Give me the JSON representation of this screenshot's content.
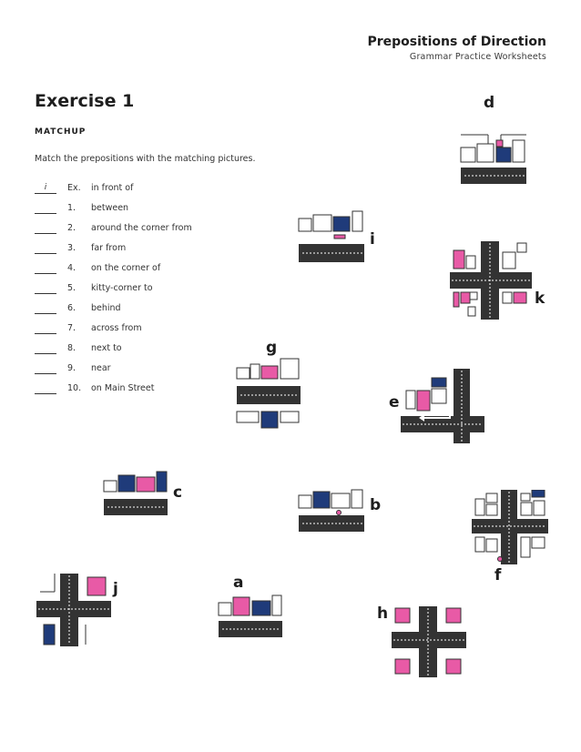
{
  "header": {
    "title": "Prepositions of Direction",
    "subtitle": "Grammar Practice Worksheets"
  },
  "exercise": {
    "title": "Exercise 1",
    "section": "MATCHUP",
    "instructions": "Match the prepositions with the matching pictures."
  },
  "items": [
    {
      "answer": "i",
      "num": "Ex.",
      "text": "in front of"
    },
    {
      "answer": "",
      "num": "1.",
      "text": "between"
    },
    {
      "answer": "",
      "num": "2.",
      "text": "around the corner from"
    },
    {
      "answer": "",
      "num": "3.",
      "text": "far from"
    },
    {
      "answer": "",
      "num": "4.",
      "text": "on the corner of"
    },
    {
      "answer": "",
      "num": "5.",
      "text": "kitty-corner to"
    },
    {
      "answer": "",
      "num": "6.",
      "text": "behind"
    },
    {
      "answer": "",
      "num": "7.",
      "text": "across from"
    },
    {
      "answer": "",
      "num": "8.",
      "text": "next to"
    },
    {
      "answer": "",
      "num": "9.",
      "text": "near"
    },
    {
      "answer": "",
      "num": "10.",
      "text": "on Main Street"
    }
  ],
  "pictures": {
    "a": "a",
    "b": "b",
    "c": "c",
    "d": "d",
    "e": "e",
    "f": "f",
    "g": "g",
    "h": "h",
    "i": "i",
    "j": "j",
    "k": "k"
  },
  "colors": {
    "pink": "#e85aa6",
    "navy": "#1f3b7a",
    "road": "#333333",
    "outline": "#333333"
  }
}
